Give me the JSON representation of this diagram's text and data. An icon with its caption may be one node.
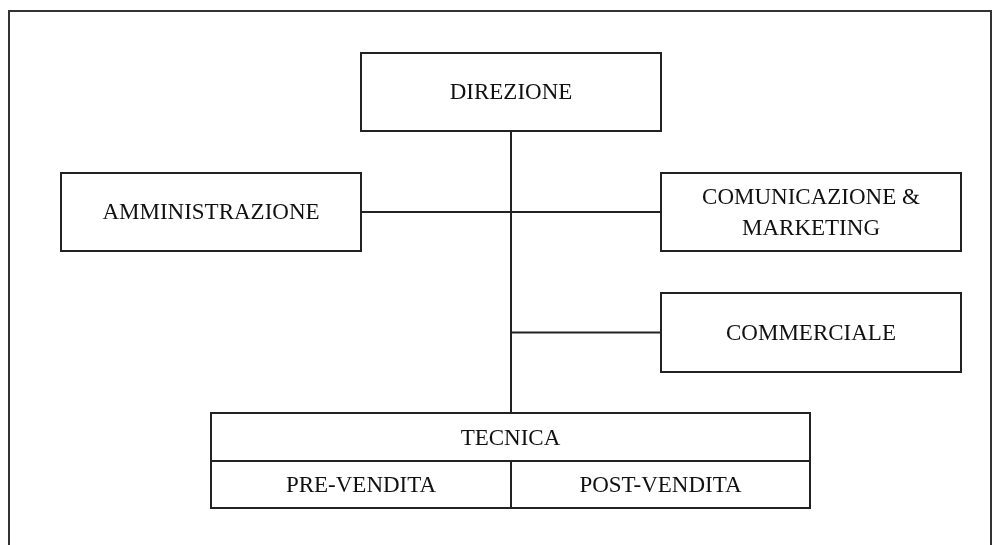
{
  "diagram": {
    "nodes": [
      {
        "text": [
          "DIREZIONE"
        ]
      },
      {
        "text": [
          "AMMINISTRAZIONE"
        ]
      },
      {
        "text": [
          "COMUNICAZIONE & MARKETING"
        ]
      },
      {
        "text": [
          "COMMERCIALE"
        ]
      },
      {
        "text": [
          "TECNICA"
        ]
      },
      {
        "text": [
          "PRE-VENDITA"
        ],
        "in": 4
      },
      {
        "text": [
          "POST-VENDITA"
        ],
        "in": 4
      }
    ],
    "edges": [
      {
        "from": 0,
        "to": 1,
        "arrow": "none"
      },
      {
        "from": 0,
        "to": 2,
        "arrow": "none"
      },
      {
        "from": 0,
        "to": 3,
        "arrow": "none"
      },
      {
        "from": 0,
        "to": 4,
        "arrow": "none"
      }
    ]
  }
}
